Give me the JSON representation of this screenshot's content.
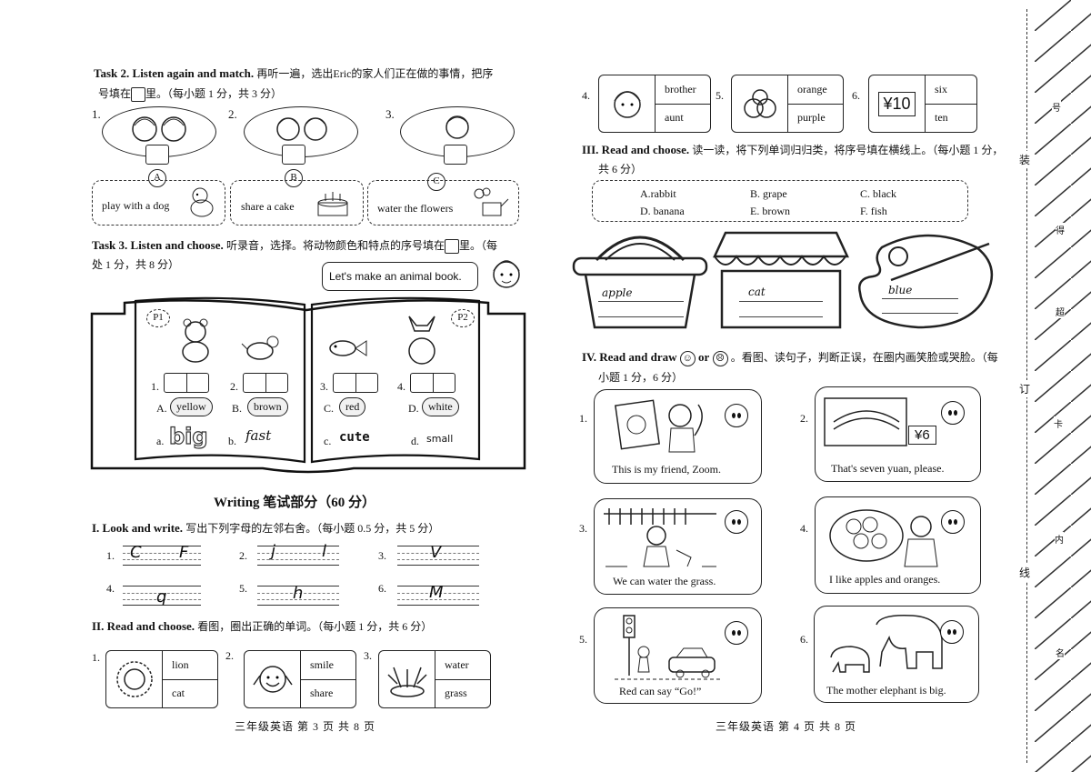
{
  "left": {
    "task2": {
      "title": "Task 2. Listen again and match.",
      "instruction": "再听一遍，选出Eric的家人们正在做的事情，把序",
      "instruction2a": "号填在",
      "instruction2b": "里。（每小题 1 分，共 3 分）",
      "nums": [
        "1.",
        "2.",
        "3."
      ],
      "letters": [
        "A",
        "B",
        "C"
      ],
      "activities": [
        "play with a dog",
        "share a cake",
        "water the flowers"
      ]
    },
    "task3": {
      "title": "Task 3. Listen and choose.",
      "instruction": "听录音，选择。将动物颜色和特点的序号填在",
      "instruction_b": "里。（每",
      "instruction2": "处 1 分，共 8 分）",
      "speech": "Let's make an animal book.",
      "pages": [
        "P1",
        "P2"
      ],
      "nums": [
        "1.",
        "2.",
        "3.",
        "4."
      ],
      "colors": [
        {
          "letter": "A.",
          "word": "yellow"
        },
        {
          "letter": "B.",
          "word": "brown"
        },
        {
          "letter": "C.",
          "word": "red"
        },
        {
          "letter": "D.",
          "word": "white"
        }
      ],
      "features": [
        {
          "letter": "a.",
          "word": "big"
        },
        {
          "letter": "b.",
          "word": "fast"
        },
        {
          "letter": "c.",
          "word": "cute"
        },
        {
          "letter": "d.",
          "word": "small"
        }
      ]
    },
    "writing_title": "Writing  笔试部分（60 分）",
    "part1": {
      "title": "I. Look and write.",
      "instruction": "写出下列字母的左邻右舍。（每小题 0.5 分，共 5 分）",
      "items": [
        {
          "num": "1.",
          "left": "C",
          "right": "F"
        },
        {
          "num": "2.",
          "left": "j",
          "right": "l"
        },
        {
          "num": "3.",
          "left": "",
          "right": "V"
        },
        {
          "num": "4.",
          "left": "q",
          "right": ""
        },
        {
          "num": "5.",
          "left": "h",
          "right": ""
        },
        {
          "num": "6.",
          "left": "",
          "right": "M"
        }
      ]
    },
    "part2": {
      "title": "II. Read and choose.",
      "instruction": "看图，圈出正确的单词。（每小题 1 分，共 6 分）",
      "items": [
        {
          "num": "1.",
          "w1": "lion",
          "w2": "cat"
        },
        {
          "num": "2.",
          "w1": "smile",
          "w2": "share"
        },
        {
          "num": "3.",
          "w1": "water",
          "w2": "grass"
        }
      ]
    },
    "footer": "三年级英语   第 3 页  共 8 页"
  },
  "right": {
    "part2_more": [
      {
        "num": "4.",
        "w1": "brother",
        "w2": "aunt"
      },
      {
        "num": "5.",
        "w1": "orange",
        "w2": "purple"
      },
      {
        "num": "6.",
        "w1": "six",
        "w2": "ten",
        "price": "¥10"
      }
    ],
    "part3": {
      "title": "III. Read and choose.",
      "instruction": "读一读，将下列单词归归类，将序号填在横线上。（每小题 1 分，",
      "instruction2": "共 6 分）",
      "options": [
        "A.rabbit",
        "B. grape",
        "C. black",
        "D. banana",
        "E. brown",
        "F. fish"
      ],
      "examples": [
        "apple",
        "cat",
        "blue"
      ]
    },
    "part4": {
      "title": "IV. Read and draw",
      "or": "or",
      "instruction": "。看图、读句子，判断正误，在圈内画笑脸或哭脸。（每",
      "instruction2": "小题 1 分，6 分）",
      "items": [
        {
          "num": "1.",
          "sentence": "This is my friend, Zoom."
        },
        {
          "num": "2.",
          "sentence": "That's seven yuan, please.",
          "price": "¥6"
        },
        {
          "num": "3.",
          "sentence": "We can water the grass."
        },
        {
          "num": "4.",
          "sentence": "I like apples and oranges."
        },
        {
          "num": "5.",
          "sentence": "Red can say “Go!”"
        },
        {
          "num": "6.",
          "sentence": "The mother elephant is big."
        }
      ]
    },
    "footer": "三年级英语   第 4 页  共 8 页"
  },
  "margin": {
    "labels": [
      "装",
      "订",
      "线"
    ],
    "small": [
      "号",
      "得",
      "超",
      "卡",
      "内",
      "名"
    ]
  }
}
